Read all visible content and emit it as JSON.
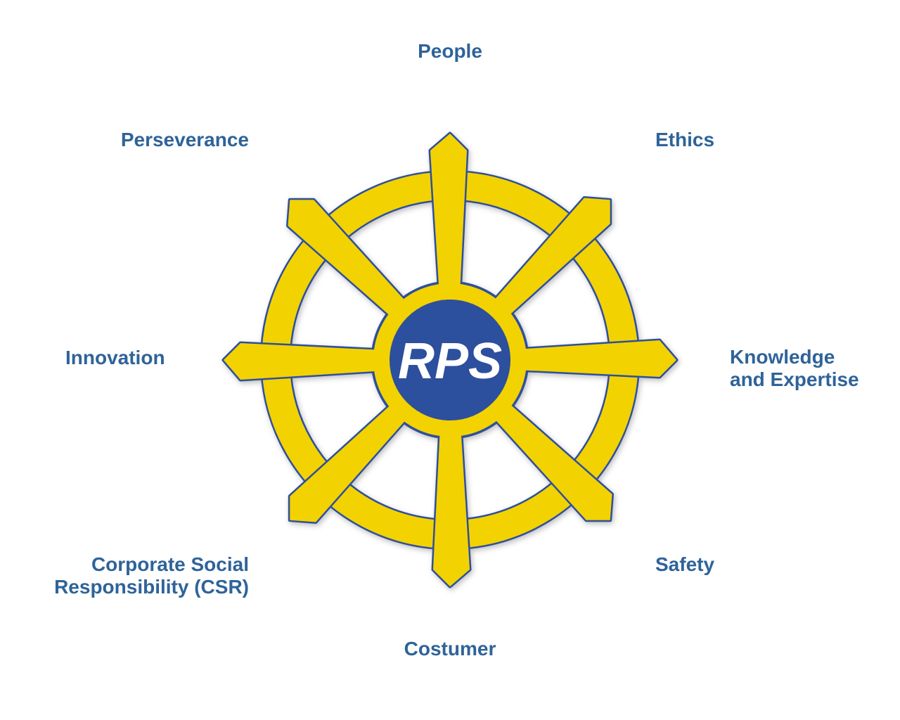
{
  "colors": {
    "wheel": "#f2d200",
    "outline": "#2d4f9c",
    "hub": "#2c4f9e",
    "label": "#2f6399"
  },
  "logo": {
    "text": "RPS"
  },
  "values": {
    "people": "People",
    "ethics": "Ethics",
    "knowledge_1": "Knowledge",
    "knowledge_2": "and Expertise",
    "safety": "Safety",
    "costumer": "Costumer",
    "csr_1": "Corporate Social",
    "csr_2": "Responsibility (CSR)",
    "innovation": "Innovation",
    "perseverance": "Perseverance"
  }
}
